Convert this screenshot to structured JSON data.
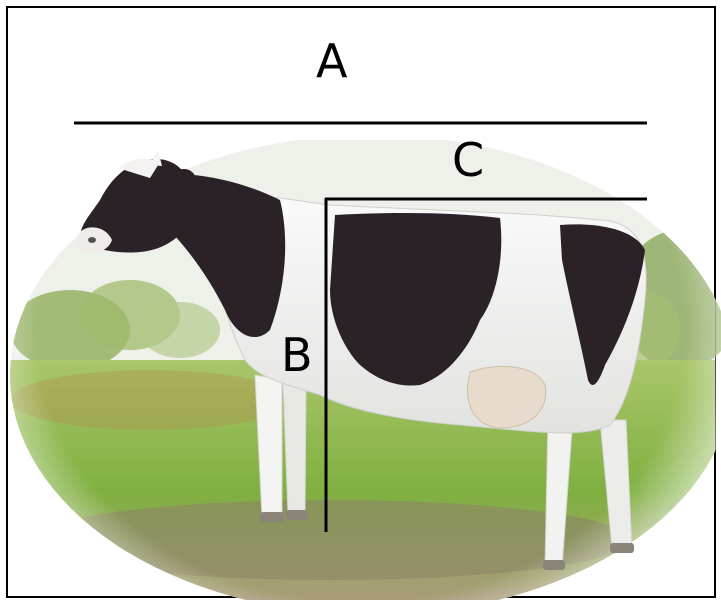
{
  "labels": {
    "a": "A",
    "b": "B",
    "c": "C"
  },
  "colors": {
    "background": "#ffffff",
    "border": "#000000",
    "measure_line": "#000000",
    "cow_black": "#2b2228",
    "cow_white": "#f4f3f1",
    "grass": "#86b04a",
    "ground": "#9a8c70",
    "trees": "#7fa04c"
  },
  "icons": {
    "illustration": "holstein-cow-illustration"
  }
}
